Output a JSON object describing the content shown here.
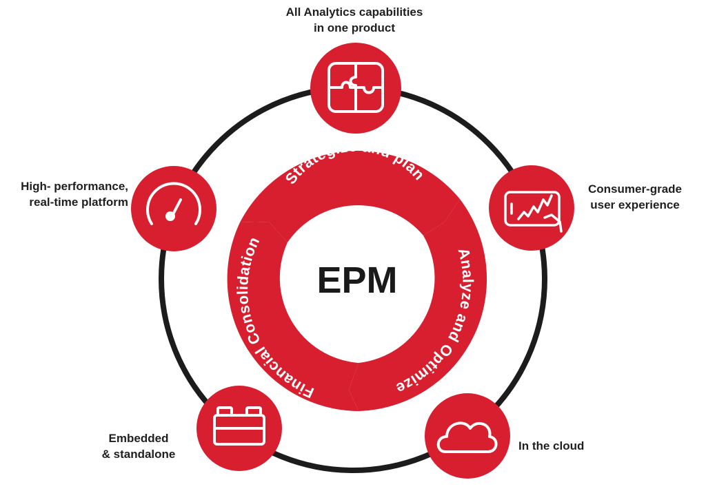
{
  "center": {
    "title": "EPM"
  },
  "cycle": [
    {
      "label": "Strategize and plan"
    },
    {
      "label": "Analyze and Optimize"
    },
    {
      "label": "Financial Consolidation"
    }
  ],
  "capabilities": [
    {
      "icon": "puzzle-icon",
      "line1": "All Analytics capabilities",
      "line2": "in one product"
    },
    {
      "icon": "tablet-chart-icon",
      "line1": "Consumer-grade",
      "line2": "user experience"
    },
    {
      "icon": "cloud-icon",
      "line1": "In the cloud",
      "line2": ""
    },
    {
      "icon": "blocks-icon",
      "line1": "Embedded",
      "line2": "& standalone"
    },
    {
      "icon": "gauge-icon",
      "line1": "High- performance,",
      "line2": "real-time platform"
    }
  ],
  "colors": {
    "accent": "#d71f30",
    "ring": "#1c1c1c",
    "text": "#1f1f1f"
  }
}
